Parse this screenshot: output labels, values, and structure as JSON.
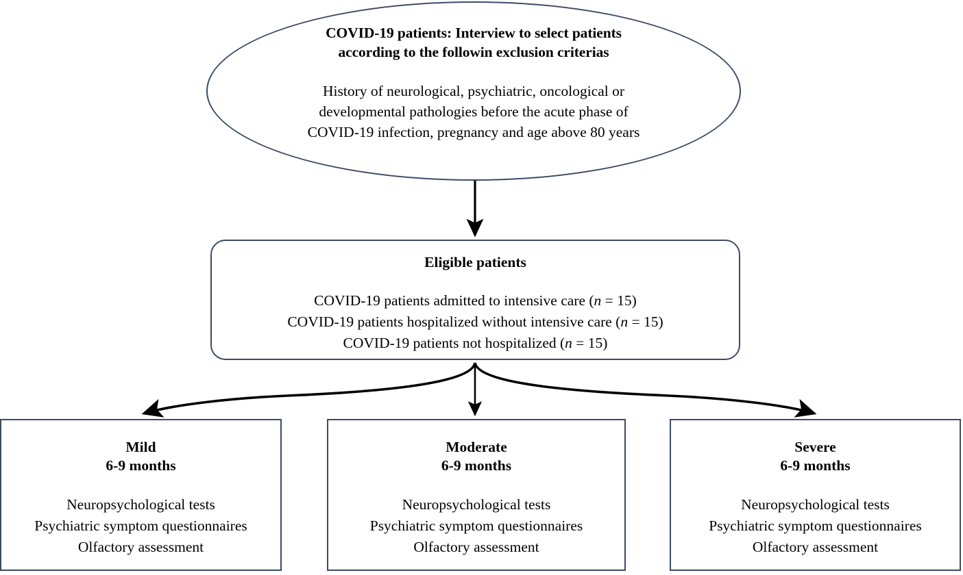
{
  "diagram": {
    "type": "flowchart",
    "colors": {
      "node_border": "#3b4a66",
      "edge": "#000000",
      "background": "#ffffff",
      "text": "#000000"
    },
    "nodes": {
      "screening": {
        "shape": "ellipse",
        "title_line1": "COVID-19 patients: Interview to select patients",
        "title_line2": "according to the followin exclusion criterias",
        "body_line1": "History of neurological, psychiatric, oncological or",
        "body_line2": "developmental pathologies before the acute phase of",
        "body_line3": "COVID-19 infection, pregnancy and age above 80 years"
      },
      "eligible": {
        "shape": "rounded-rectangle",
        "title": "Eligible patients",
        "rows": [
          {
            "prefix": "COVID-19 patients admitted to intensive care (",
            "stat_symbol": "n",
            "stat_value": " = 15)"
          },
          {
            "prefix": "COVID-19 patients hospitalized without intensive care (",
            "stat_symbol": "n",
            "stat_value": " = 15)"
          },
          {
            "prefix": "COVID-19 patients not hospitalized (",
            "stat_symbol": "n",
            "stat_value": " = 15)"
          }
        ]
      },
      "outcomes": [
        {
          "shape": "rectangle",
          "title": "Mild",
          "subtitle": "6-9 months",
          "assessments": [
            "Neuropsychological tests",
            "Psychiatric symptom questionnaires",
            "Olfactory assessment"
          ]
        },
        {
          "shape": "rectangle",
          "title": "Moderate",
          "subtitle": "6-9 months",
          "assessments": [
            "Neuropsychological tests",
            "Psychiatric symptom questionnaires",
            "Olfactory assessment"
          ]
        },
        {
          "shape": "rectangle",
          "title": "Severe",
          "subtitle": "6-9 months",
          "assessments": [
            "Neuropsychological tests",
            "Psychiatric symptom questionnaires",
            "Olfactory assessment"
          ]
        }
      ]
    },
    "edges": [
      {
        "name": "screening-to-eligible",
        "style": "straight-arrow"
      },
      {
        "name": "eligible-to-mild",
        "style": "curved-arrow"
      },
      {
        "name": "eligible-to-moderate",
        "style": "straight-arrow"
      },
      {
        "name": "eligible-to-severe",
        "style": "curved-arrow"
      }
    ]
  }
}
